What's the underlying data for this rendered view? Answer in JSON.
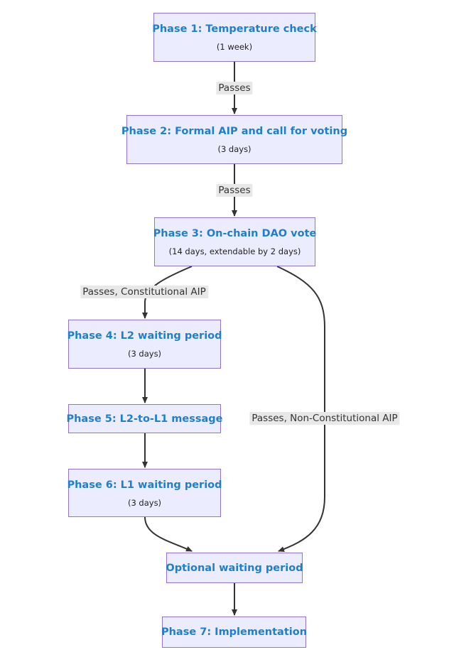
{
  "nodes": {
    "phase1": {
      "title": "Phase 1: Temperature check",
      "sub": "(1 week)"
    },
    "phase2": {
      "title": "Phase 2: Formal AIP and call for voting",
      "sub": "(3 days)"
    },
    "phase3": {
      "title": "Phase 3: On-chain DAO vote",
      "sub": "(14 days, extendable by 2 days)"
    },
    "phase4": {
      "title": "Phase 4: L2 waiting period",
      "sub": "(3 days)"
    },
    "phase5": {
      "title": "Phase 5: L2-to-L1 message"
    },
    "phase6": {
      "title": "Phase 6: L1 waiting period",
      "sub": "(3 days)"
    },
    "optional": {
      "title": "Optional waiting period"
    },
    "phase7": {
      "title": "Phase 7: Implementation"
    }
  },
  "edges": {
    "p1_p2": "Passes",
    "p2_p3": "Passes",
    "p3_p4": "Passes, Constitutional AIP",
    "p3_optional": "Passes, Non-Constitutional AIP"
  },
  "colors": {
    "node_fill": "#ECECFF",
    "node_border": "#9370DB",
    "title_text": "#1F7FCC",
    "edge": "#333333",
    "label_bg": "#E8E8E8"
  }
}
